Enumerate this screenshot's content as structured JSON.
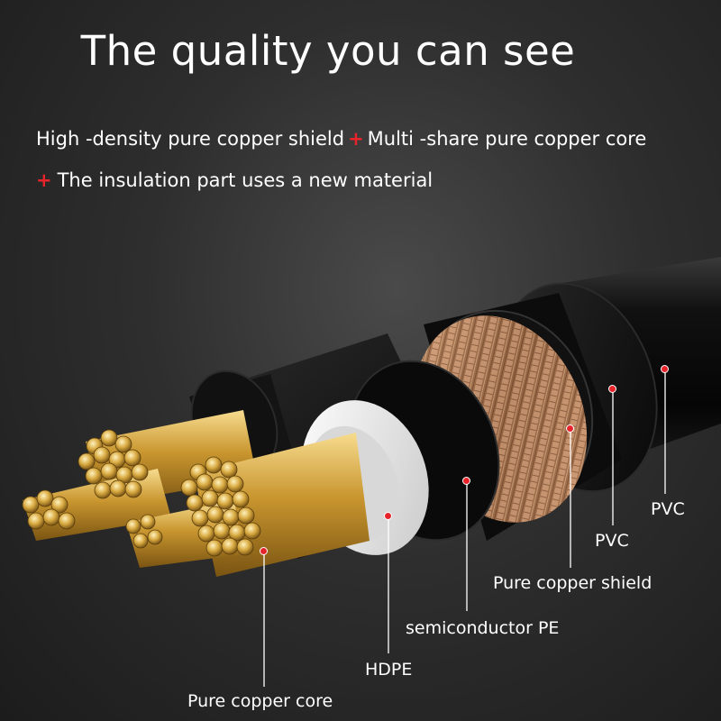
{
  "title": "The quality you can see",
  "features": {
    "item1": "High -density pure copper shield",
    "item2": "Multi -share pure copper core",
    "item3": "The insulation part uses a new material",
    "separator": "+"
  },
  "layers": [
    {
      "id": "pure-copper-core",
      "label": "Pure copper core"
    },
    {
      "id": "hdpe",
      "label": "HDPE"
    },
    {
      "id": "semiconductor-pe",
      "label": "semiconductor PE"
    },
    {
      "id": "pure-copper-shield",
      "label": "Pure copper shield"
    },
    {
      "id": "pvc-inner",
      "label": "PVC"
    },
    {
      "id": "pvc-outer",
      "label": "PVC"
    }
  ],
  "colors": {
    "accent": "#e8242b",
    "copper": "#c9962f",
    "jacket": "#0d0d0d",
    "insulation": "#f4f4f4"
  }
}
